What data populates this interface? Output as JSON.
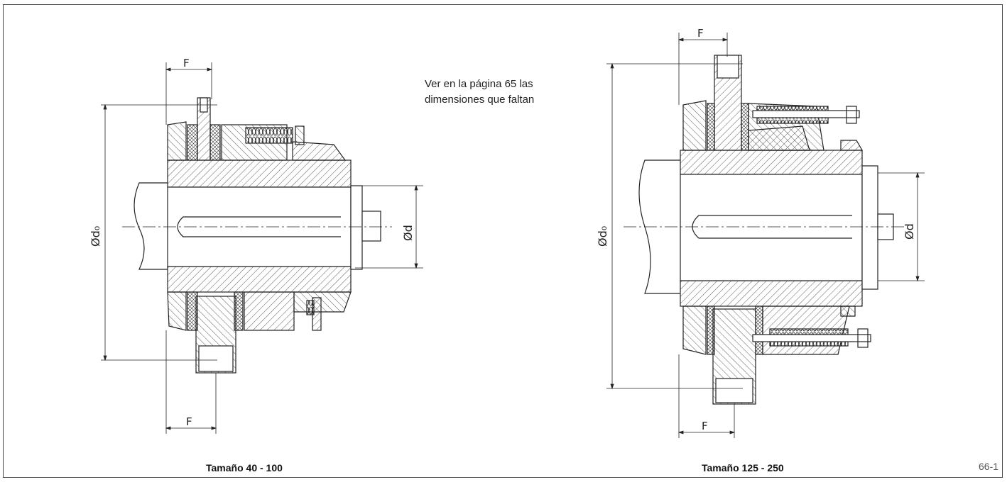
{
  "note": {
    "line1": "Ver en la página 65 las",
    "line2": "dimensiones que faltan"
  },
  "left_drawing": {
    "caption": "Tamaño 40 - 100",
    "dim_f_top": "F",
    "dim_f_bottom": "F",
    "dim_d0": "Ød₀",
    "dim_d": "Ød"
  },
  "right_drawing": {
    "caption": "Tamaño 125 - 250",
    "dim_f_top": "F",
    "dim_f_bottom": "F",
    "dim_d0": "Ød₀",
    "dim_d": "Ød"
  },
  "page_number": "66-1",
  "colors": {
    "line": "#222222",
    "hatch": "#333333",
    "frame": "#444444"
  }
}
